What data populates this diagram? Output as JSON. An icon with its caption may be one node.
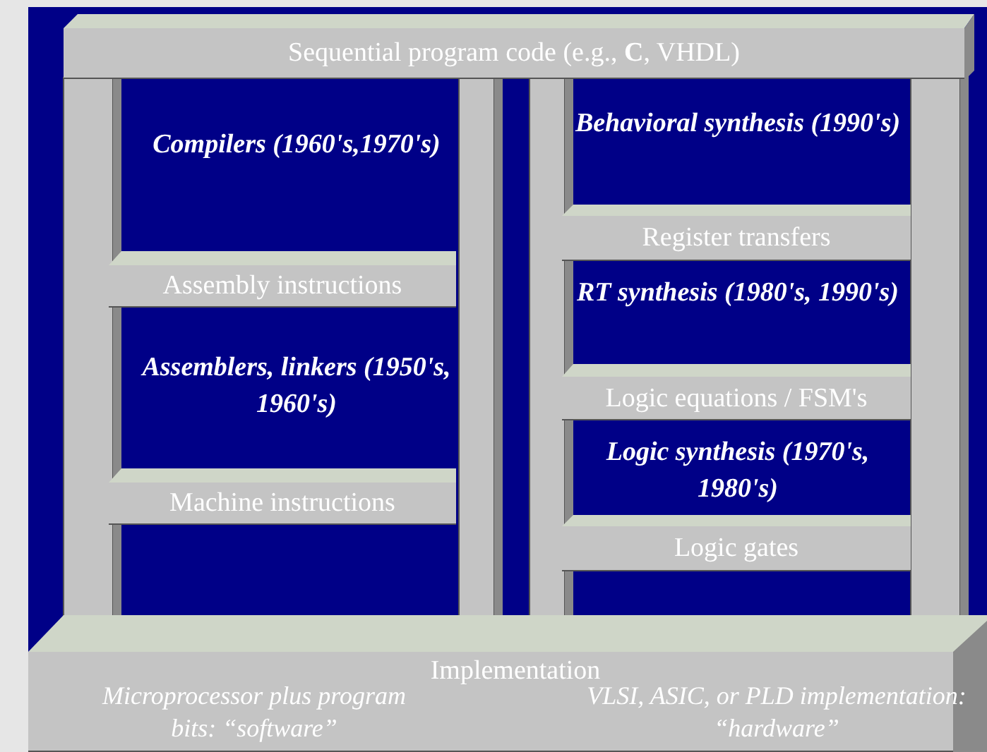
{
  "diagram": {
    "nodes": [
      {
        "text": [
          "Sequential program code (e.g., **C**, VHDL)"
        ]
      },
      {
        "text": [
          "Assembly instructions"
        ]
      },
      {
        "text": [
          "Machine instructions"
        ]
      },
      {
        "text": [
          "Register transfers"
        ]
      },
      {
        "text": [
          "Logic equations / FSM's"
        ]
      },
      {
        "text": [
          "Logic gates"
        ]
      },
      {
        "text": [
          "Implementation",
          "Microprocessor plus program bits: “software”",
          "VLSI, ASIC, or PLD implementation: “hardware”"
        ]
      }
    ],
    "labels": [
      "Compilers (1960's,1970's)",
      "Behavioral synthesis (1990's)",
      "RT synthesis (1980's, 1990's)",
      "Assemblers, linkers (1950's, 1960's)",
      "Logic synthesis (1970's, 1980's)"
    ]
  }
}
